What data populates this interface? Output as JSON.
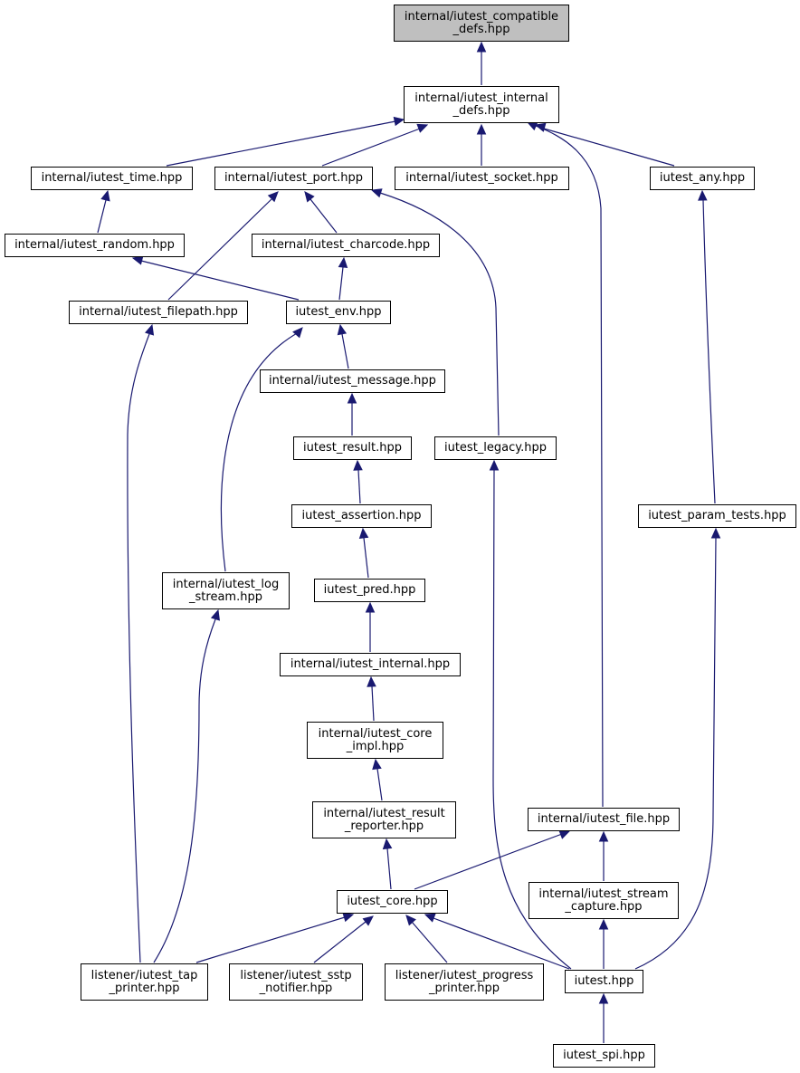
{
  "colors": {
    "edge": "#191970",
    "root_fill": "#bfbfbf",
    "node_fill": "#ffffff",
    "border": "#000000"
  },
  "nodes": {
    "compatible_defs": "internal/iutest_compatible\n_defs.hpp",
    "internal_defs": "internal/iutest_internal\n_defs.hpp",
    "time": "internal/iutest_time.hpp",
    "port": "internal/iutest_port.hpp",
    "socket": "internal/iutest_socket.hpp",
    "any": "iutest_any.hpp",
    "random": "internal/iutest_random.hpp",
    "charcode": "internal/iutest_charcode.hpp",
    "filepath": "internal/iutest_filepath.hpp",
    "env": "iutest_env.hpp",
    "message": "internal/iutest_message.hpp",
    "result": "iutest_result.hpp",
    "legacy": "iutest_legacy.hpp",
    "assertion": "iutest_assertion.hpp",
    "param_tests": "iutest_param_tests.hpp",
    "log_stream": "internal/iutest_log\n_stream.hpp",
    "pred": "iutest_pred.hpp",
    "internal": "internal/iutest_internal.hpp",
    "core_impl": "internal/iutest_core\n_impl.hpp",
    "result_reporter": "internal/iutest_result\n_reporter.hpp",
    "file": "internal/iutest_file.hpp",
    "core": "iutest_core.hpp",
    "stream_capture": "internal/iutest_stream\n_capture.hpp",
    "tap_printer": "listener/iutest_tap\n_printer.hpp",
    "sstp_notifier": "listener/iutest_sstp\n_notifier.hpp",
    "progress_printer": "listener/iutest_progress\n_printer.hpp",
    "iutest": "iutest.hpp",
    "spi": "iutest_spi.hpp"
  }
}
